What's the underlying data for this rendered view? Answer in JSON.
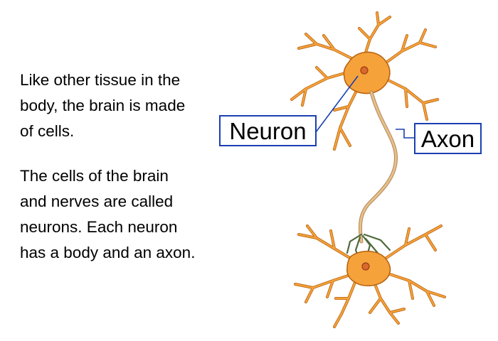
{
  "text": {
    "paragraph1": [
      "Like other tissue in the",
      "body, the brain is made",
      "of cells."
    ],
    "paragraph2": [
      "The cells of the brain",
      "and nerves are called",
      "neurons. Each neuron",
      "has a body and an axon."
    ]
  },
  "labels": {
    "neuron": "Neuron",
    "axon": "Axon"
  },
  "colors": {
    "neuron_fill": "#f6a23a",
    "neuron_outline": "#b86412",
    "axon": "#e8c089",
    "label_border": "#1a3fb0",
    "leader_line": "#1a3fb0",
    "terminals": "#4f6b3c"
  }
}
